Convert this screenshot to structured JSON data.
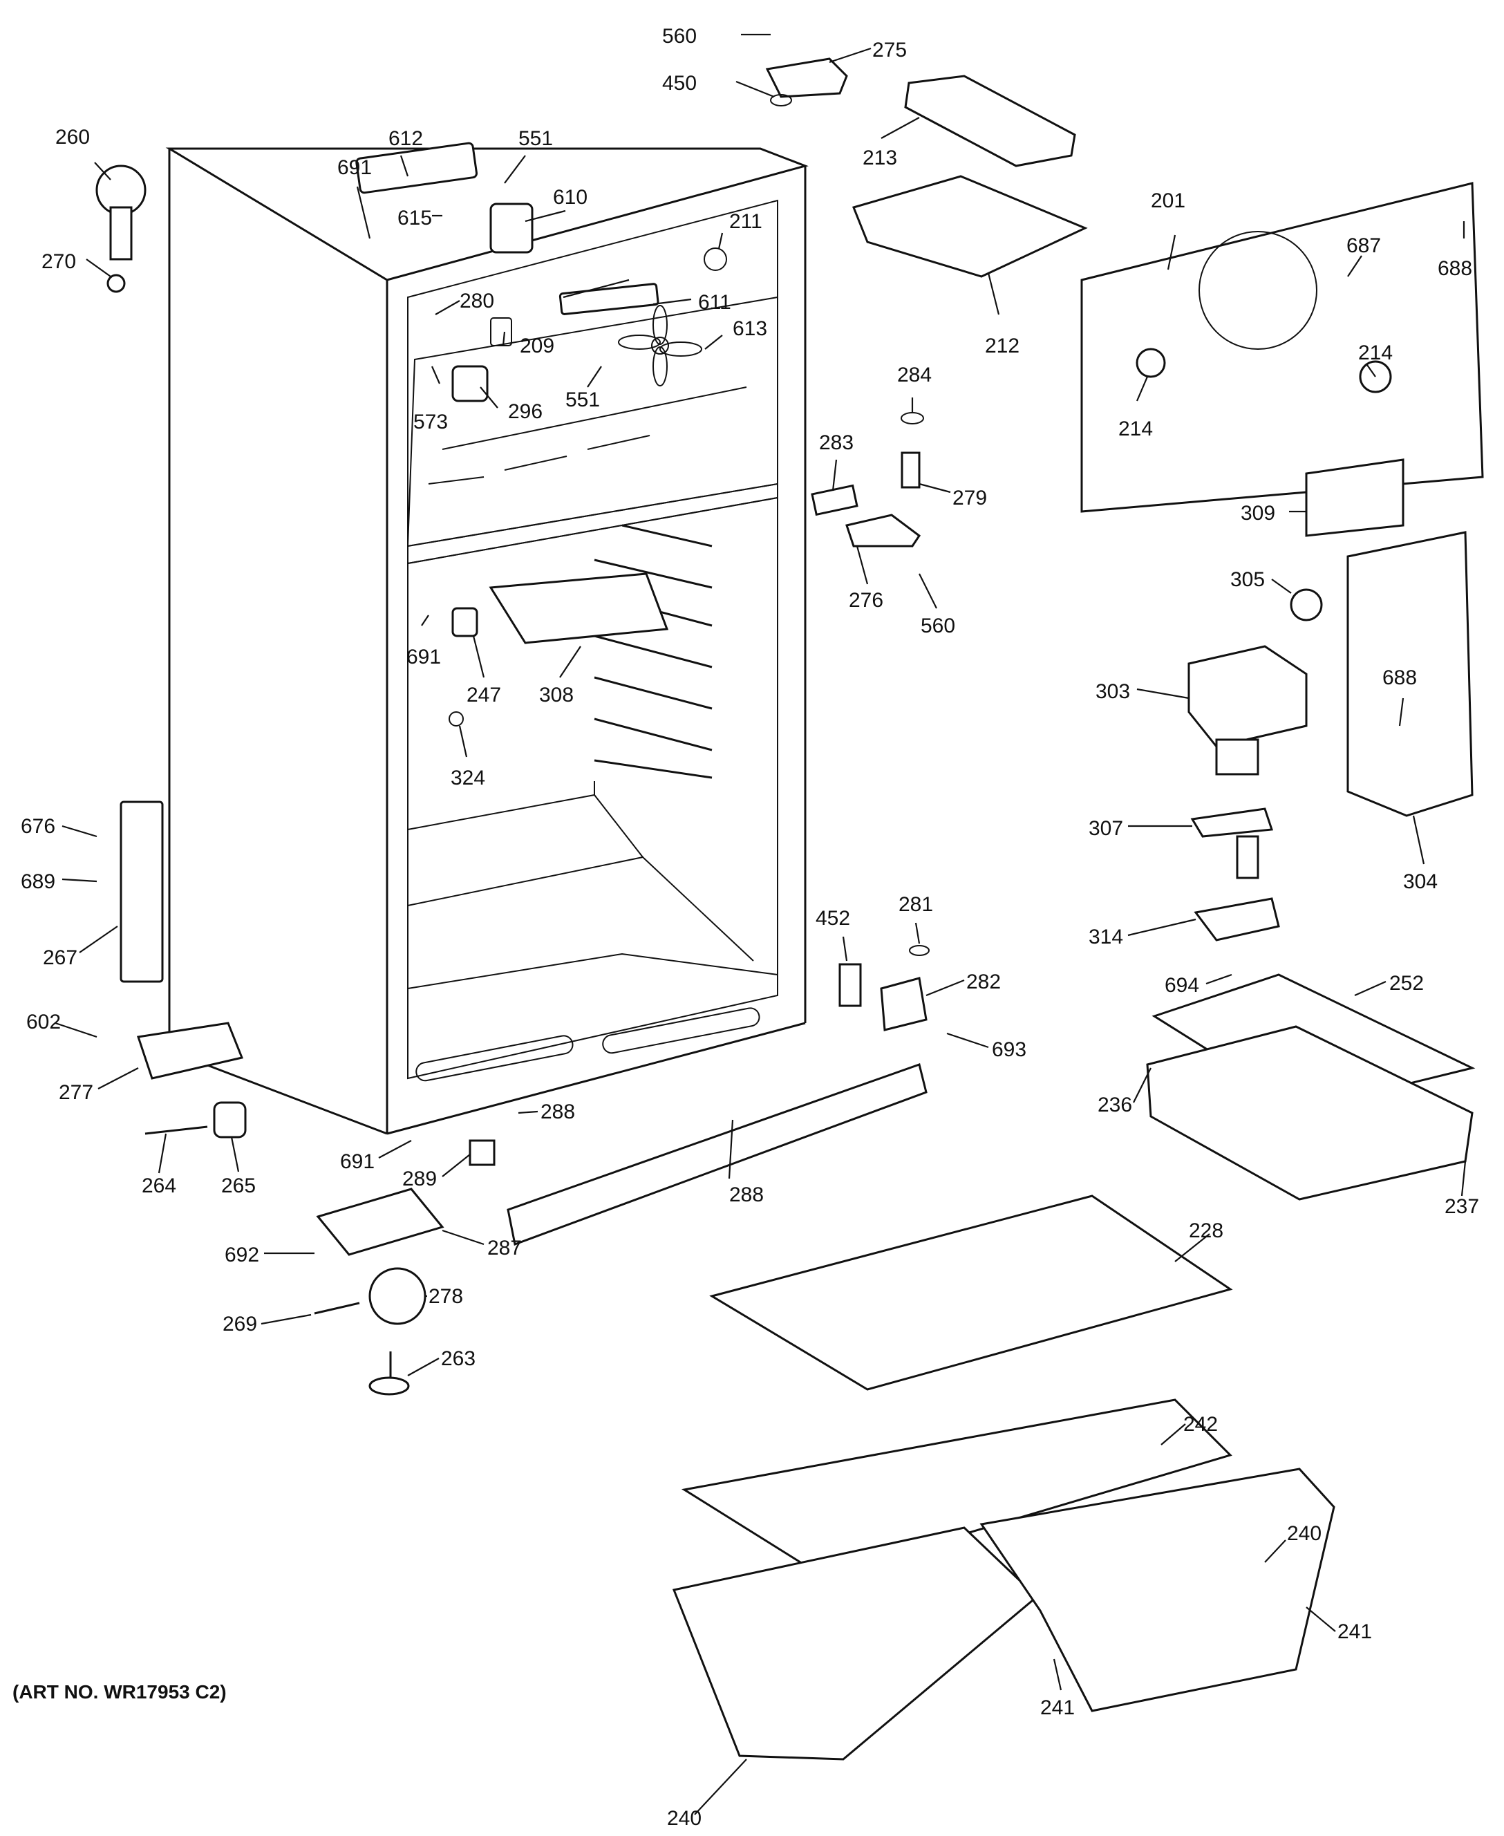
{
  "art_number": "(ART NO. WR17953 C2)",
  "part_labels": [
    "560",
    "275",
    "450",
    "213",
    "212",
    "260",
    "270",
    "612",
    "551",
    "691",
    "610",
    "615",
    "211",
    "611",
    "280",
    "209",
    "613",
    "573",
    "296",
    "551",
    "201",
    "687",
    "688",
    "214",
    "214",
    "284",
    "283",
    "279",
    "309",
    "276",
    "560",
    "305",
    "303",
    "688",
    "304",
    "691",
    "247",
    "308",
    "324",
    "307",
    "314",
    "676",
    "689",
    "267",
    "452",
    "281",
    "282",
    "693",
    "694",
    "252",
    "236",
    "237",
    "602",
    "277",
    "288",
    "264",
    "265",
    "691",
    "289",
    "288",
    "287",
    "692",
    "278",
    "269",
    "263",
    "228",
    "242",
    "240",
    "241",
    "241",
    "240"
  ],
  "colors": {
    "ink": "#111111",
    "background": "#ffffff"
  }
}
